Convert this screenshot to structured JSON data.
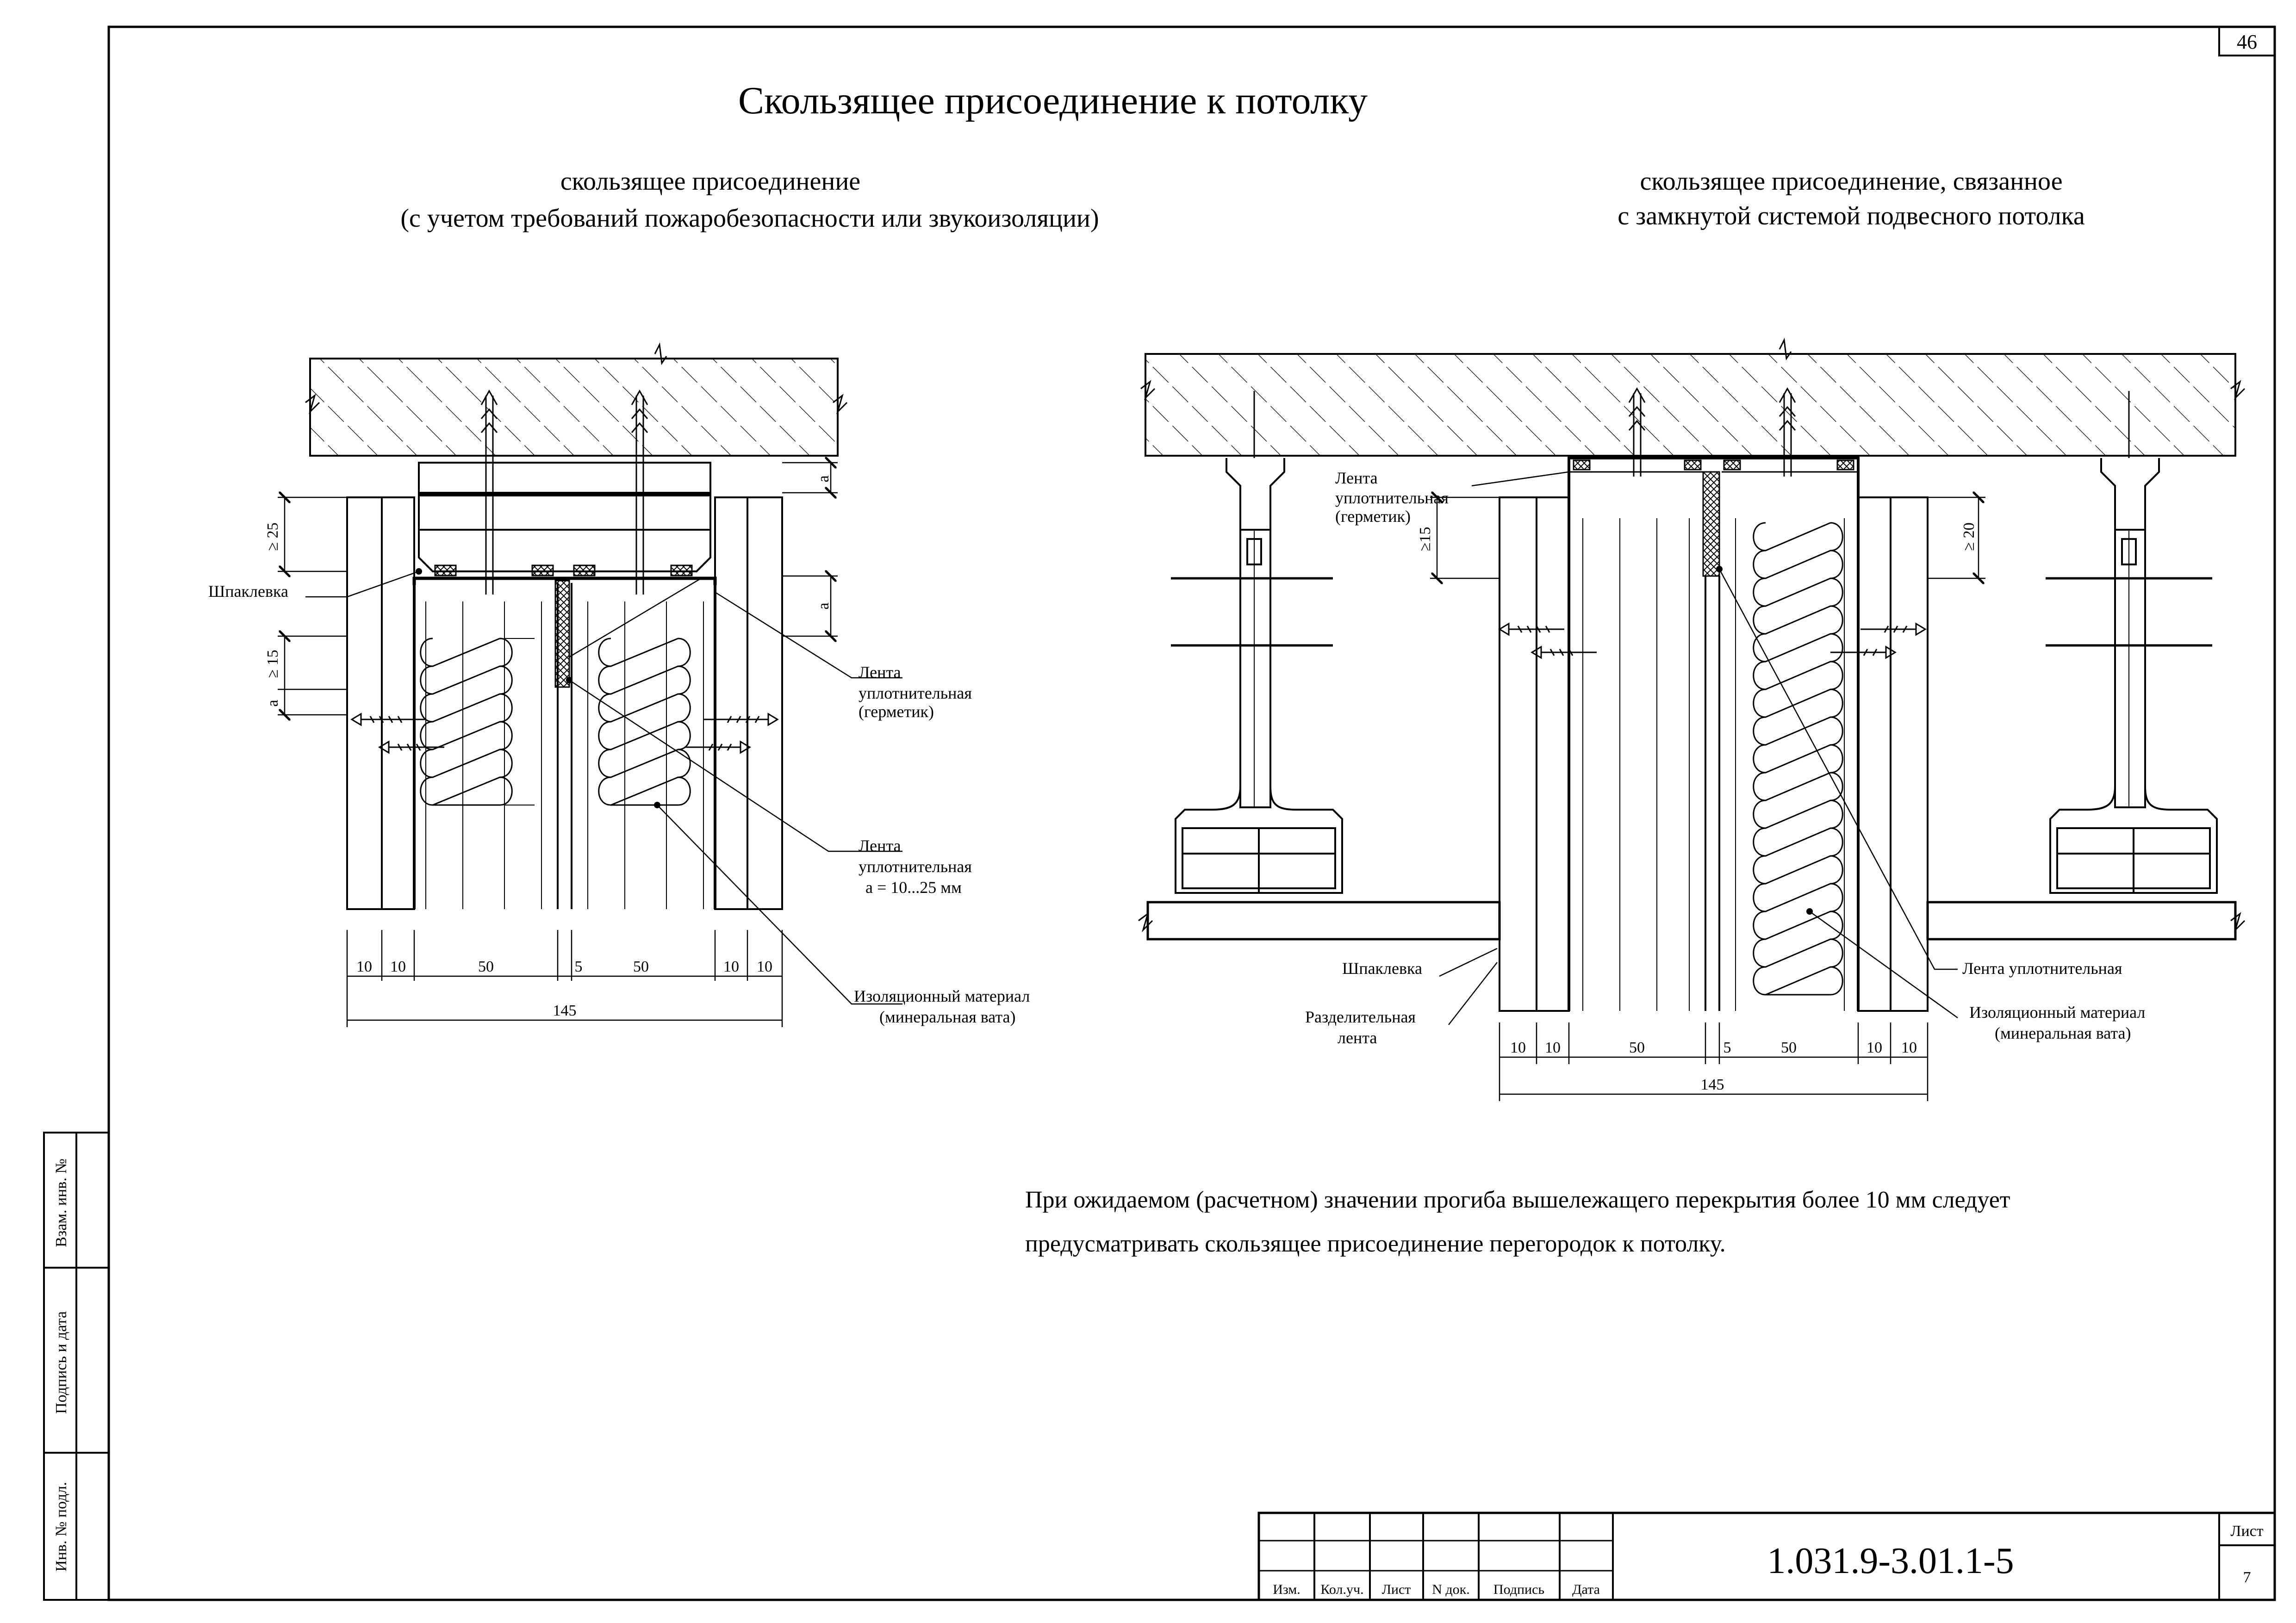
{
  "sheet_number_top": "46",
  "title": "Скользящее  присоединение к потолку",
  "left_detail": {
    "caption_line1": "скользящее  присоединение",
    "caption_line2": "(с учетом требований пожаробезопасности или звукоизоляции)",
    "labels": {
      "shpaklevka": "Шпаклевка",
      "lenta1_a": "Лента",
      "lenta1_b": "уплотнительная",
      "lenta1_c": "(герметик)",
      "lenta2_a": "Лента",
      "lenta2_b": "уплотнительная",
      "lenta2_c": "a = 10...25 мм",
      "izol_a": "Изоляционный материал",
      "izol_b": "(минеральная вата)"
    },
    "dims": {
      "ge25": "≥ 25",
      "ge15": "≥ 15",
      "a": "a",
      "d10": "10",
      "d50": "50",
      "d5": "5",
      "total": "145"
    }
  },
  "right_detail": {
    "caption_line1": "скользящее  присоединение, связанное",
    "caption_line2": "с замкнутой системой подвесного потолка",
    "labels": {
      "lenta_a": "Лента",
      "lenta_b": "уплотнительная",
      "lenta_c": "(герметик)",
      "shpaklevka": "Шпаклевка",
      "razd_a": "Разделительная",
      "razd_b": "лента",
      "lenta_upl": "Лента уплотнительная",
      "izol_a": "Изоляционный материал",
      "izol_b": "(минеральная вата)"
    },
    "dims": {
      "ge15": "≥15",
      "ge20": "≥ 20",
      "d10": "10",
      "d50": "50",
      "d5": "5",
      "total": "145"
    }
  },
  "note_line1": "При ожидаемом (расчетном) значении прогиба вышележащего перекрытия более 10 мм следует",
  "note_line2": "предусматривать скользящее присоединение перегородок к потолку.",
  "side_stamp": {
    "vzam": "Взам. инв. №",
    "podpis": "Подпись и дата",
    "inv": "Инв. № подл."
  },
  "title_block": {
    "cols": [
      "Изм.",
      "Кол.уч.",
      "Лист",
      "N док.",
      "Подпись",
      "Дата"
    ],
    "doc_code": "1.031.9-3.01.1-5",
    "list_label": "Лист",
    "list_value": "7"
  }
}
